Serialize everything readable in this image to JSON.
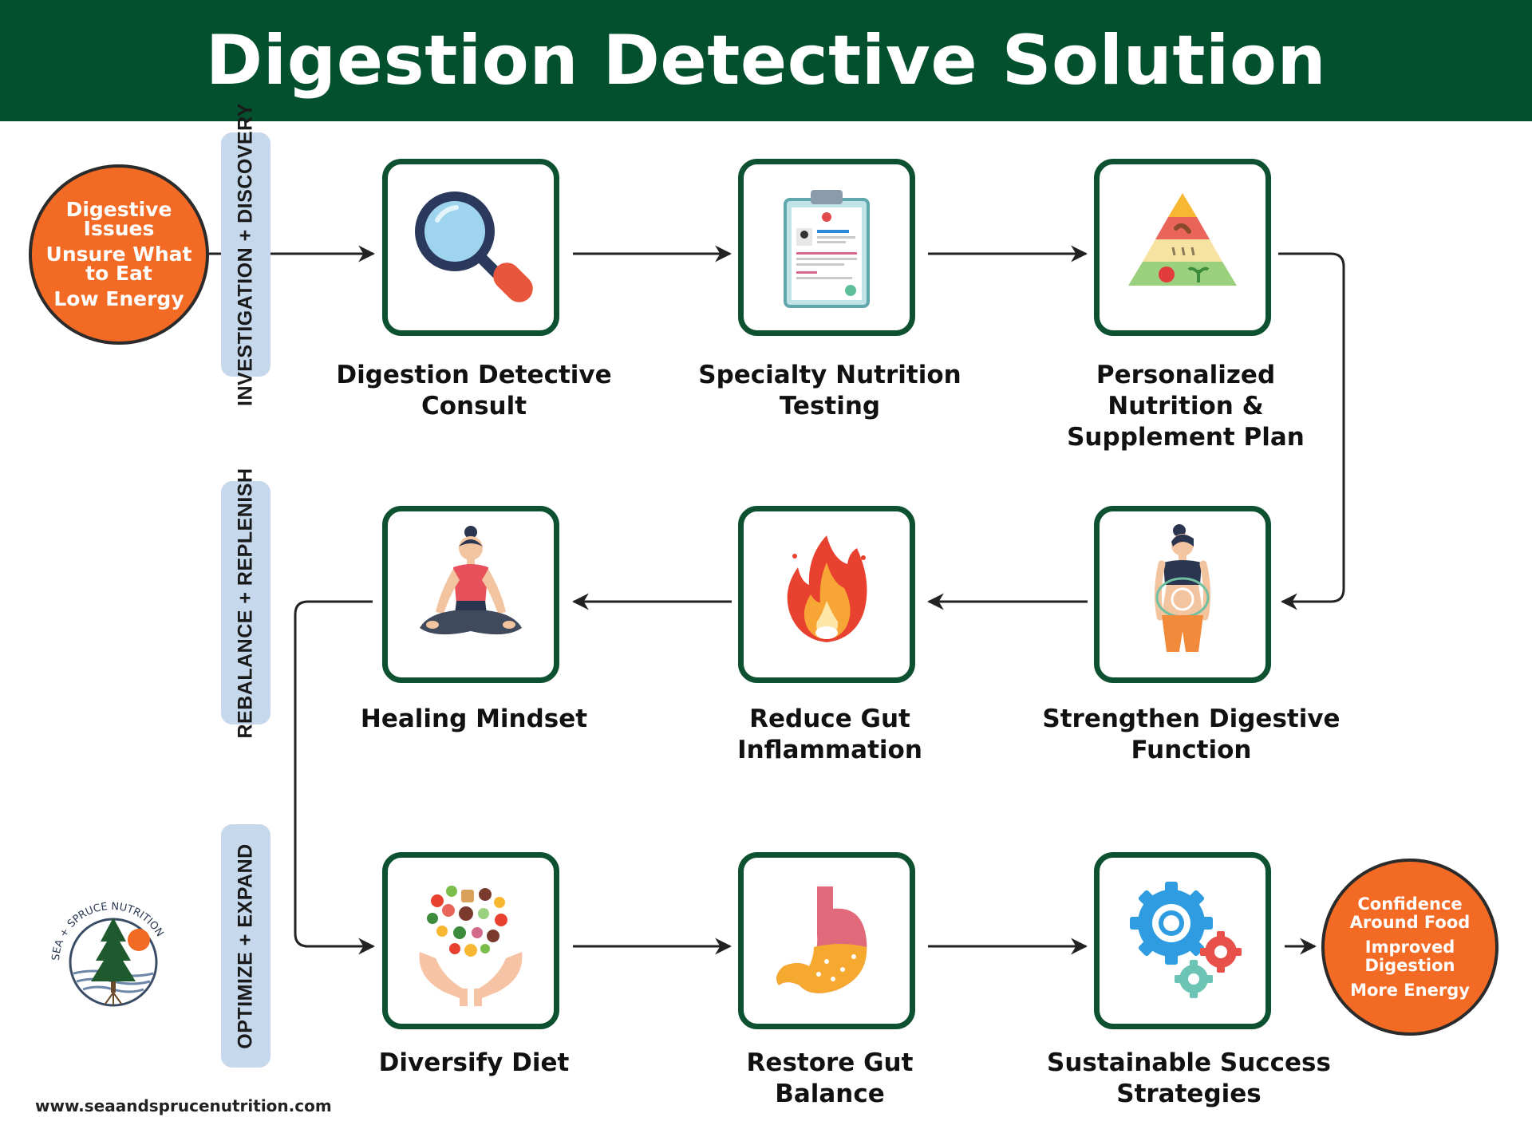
{
  "header": {
    "title": "Digestion Detective Solution"
  },
  "phases": [
    {
      "label": "INVESTIGATION + DISCOVERY"
    },
    {
      "label": "REBALANCE + REPLENISH"
    },
    {
      "label": "OPTIMIZE + EXPAND"
    }
  ],
  "start": {
    "lines": [
      "Digestive Issues",
      "Unsure What to Eat",
      "Low Energy"
    ]
  },
  "end": {
    "lines": [
      "Confidence Around Food",
      "Improved Digestion",
      "More Energy"
    ]
  },
  "steps": [
    {
      "label_lines": [
        "Digestion Detective",
        "Consult"
      ],
      "icon": "magnifying-glass-icon"
    },
    {
      "label_lines": [
        "Specialty Nutrition",
        "Testing"
      ],
      "icon": "clipboard-icon"
    },
    {
      "label_lines": [
        "Personalized",
        "Nutrition &",
        "Supplement Plan"
      ],
      "icon": "food-pyramid-icon"
    },
    {
      "label_lines": [
        "Strengthen Digestive",
        "Function"
      ],
      "icon": "digestive-body-icon"
    },
    {
      "label_lines": [
        "Reduce Gut",
        "Inflammation"
      ],
      "icon": "fire-icon"
    },
    {
      "label_lines": [
        "Healing Mindset"
      ],
      "icon": "meditation-icon"
    },
    {
      "label_lines": [
        "Diversify Diet"
      ],
      "icon": "food-hands-icon"
    },
    {
      "label_lines": [
        "Restore Gut",
        "Balance"
      ],
      "icon": "stomach-icon"
    },
    {
      "label_lines": [
        "Sustainable Success",
        "Strategies"
      ],
      "icon": "gears-icon"
    }
  ],
  "logo": {
    "text": "SEA + SPRUCE NUTRITION"
  },
  "footer": {
    "url": "www.seaandsprucenutrition.com"
  },
  "colors": {
    "header_green": "#03502e",
    "box_border": "#0d5131",
    "accent_orange": "#f26a23",
    "phase_blue": "#c5d8ec"
  }
}
